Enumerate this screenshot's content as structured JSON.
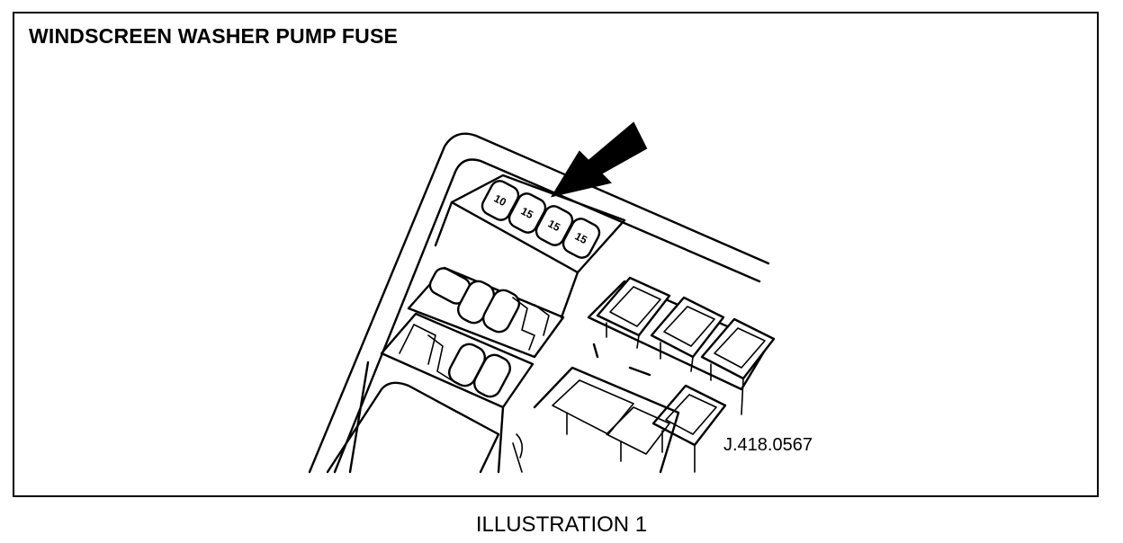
{
  "figure": {
    "title": "WINDSCREEN WASHER PUMP FUSE",
    "reference_code": "J.418.0567",
    "caption": "ILLUSTRATION 1"
  },
  "fuses": [
    {
      "rating": "10"
    },
    {
      "rating": "15"
    },
    {
      "rating": "15"
    },
    {
      "rating": "15"
    }
  ],
  "pointer": {
    "target": "fuse 2",
    "style": "solid black arrow"
  },
  "colors": {
    "ink": "#000000",
    "paper": "#ffffff"
  }
}
